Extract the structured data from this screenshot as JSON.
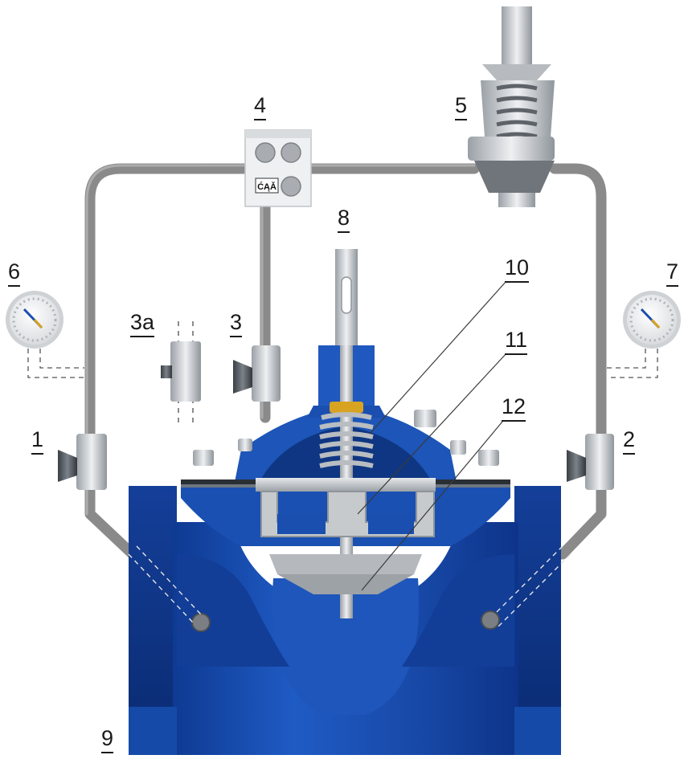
{
  "labels": {
    "l1": "1",
    "l2": "2",
    "l3": "3",
    "l3a": "3a",
    "l4": "4",
    "l5": "5",
    "l6": "6",
    "l7": "7",
    "l8": "8",
    "l9": "9",
    "l10": "10",
    "l11": "11",
    "l12": "12"
  },
  "pilot_plate": {
    "logo_text": "ĆĄĂ"
  },
  "colors": {
    "valve_blue": "#1a4fb0",
    "valve_dark_blue": "#0f3585",
    "tube_gray": "#8a8a8a",
    "steel": "#c9cccf",
    "brass": "#d8a320"
  }
}
